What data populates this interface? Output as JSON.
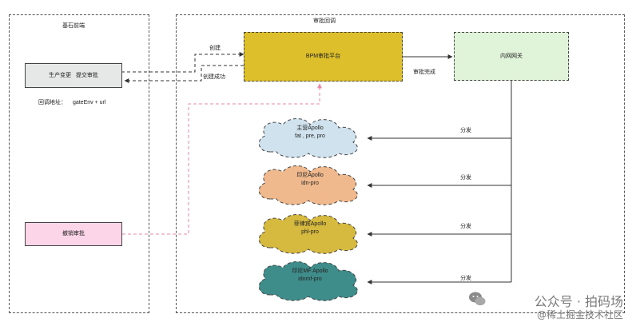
{
  "lanes": {
    "left_title": "基石前端",
    "right_title": "审批回调"
  },
  "nodes": {
    "submit": "生产变更   提交审批",
    "callback_label": "回调地址：",
    "callback_value": "gateEnv + url",
    "cancel": "撤销审批",
    "bpm": "BPM审批平台",
    "gateway": "内网网关"
  },
  "edges": {
    "create": "创建",
    "create_ok": "创建成功",
    "approved": "审批完成",
    "dispatch": [
      "分发",
      "分发",
      "分发",
      "分发"
    ]
  },
  "clouds": [
    {
      "line1": "主营Apollo",
      "line2": "fat , pre, pro",
      "color": "#cfe2ee"
    },
    {
      "line1": "印尼Apollo",
      "line2": "idn-pro",
      "color": "#f0b98d"
    },
    {
      "line1": "菲律宾Apollo",
      "line2": "phl-pro",
      "color": "#d6b93f"
    },
    {
      "line1": "印尼MF Apollo",
      "line2": "idnmf-pro",
      "color": "#3f8d8b"
    }
  ],
  "colors": {
    "bpm_fill": "#dcbf2b",
    "gateway_fill": "#e0f4d9",
    "submit_fill": "#e6e8e8",
    "cancel_fill": "#fcd6e8",
    "pink_line": "#e98aa9"
  },
  "watermark": {
    "line1": "公众号 · 拍码场",
    "line2": "@稀土掘金技术社区"
  }
}
